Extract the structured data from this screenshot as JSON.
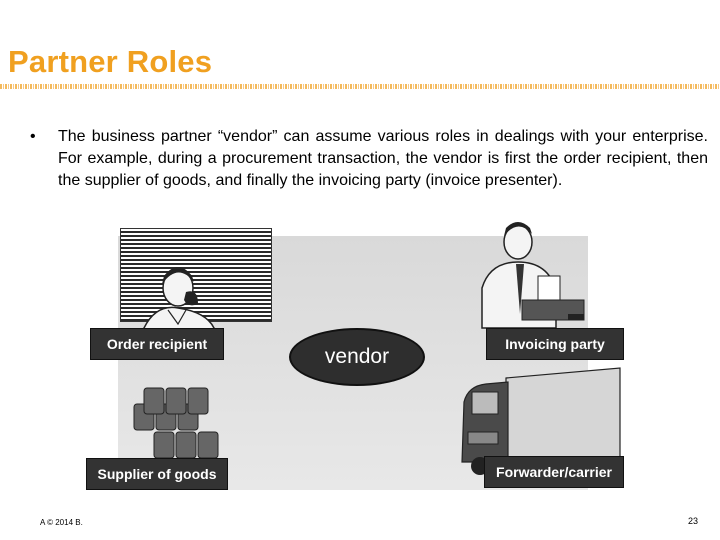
{
  "slide": {
    "title": "Partner Roles",
    "bullet_marker": "•",
    "bullet_text": "The business partner “vendor” can assume various roles in dealings with your enterprise. For example, during a procurement transaction, the vendor is first the order recipient, then the supplier of goods, and finally the invoicing party (invoice presenter)."
  },
  "diagram": {
    "center_label": "vendor",
    "roles": {
      "order_recipient": "Order recipient",
      "invoicing_party": "Invoicing party",
      "supplier_of_goods": "Supplier of goods",
      "forwarder_carrier": "Forwarder/carrier"
    }
  },
  "footer": {
    "copyright": "A © 2014 B.",
    "page_number": "23"
  },
  "colors": {
    "title": "#f0a020",
    "label_bg": "#333333",
    "stage_bg": "#dddddd"
  }
}
